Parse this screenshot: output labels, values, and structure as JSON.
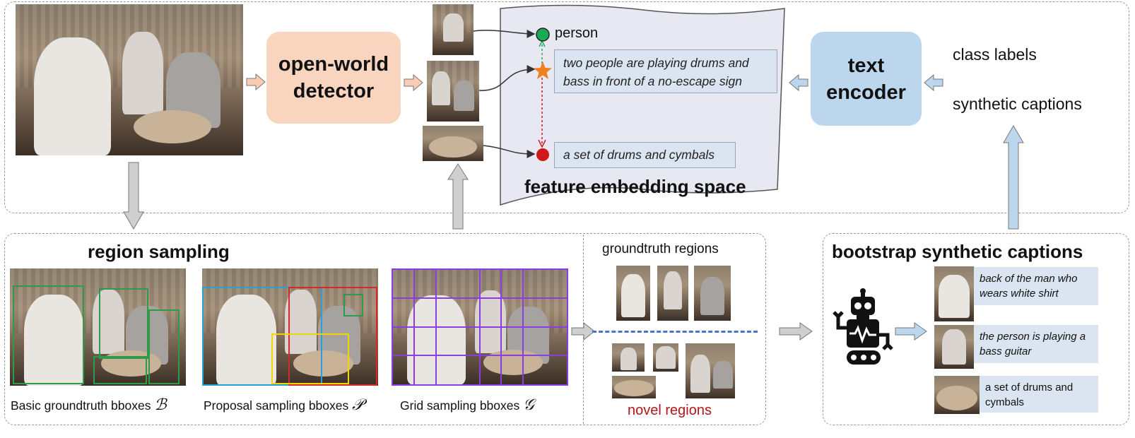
{
  "top": {
    "detector_label": "open-world\ndetector",
    "encoder_label": "text\nencoder",
    "embedding_title": "feature embedding space",
    "labels": {
      "person": "person",
      "caption_bass": "two people are playing drums and bass in front of a no-escape sign",
      "caption_drums": "a set of drums and cymbals"
    },
    "inputs": {
      "class_labels": "class labels",
      "synthetic_captions": "synthetic captions"
    }
  },
  "region_sampling": {
    "title": "region sampling",
    "captions": [
      {
        "text": "Basic groundtruth bboxes",
        "symbol": "ℬ"
      },
      {
        "text": "Proposal sampling bboxes",
        "symbol": "𝒫"
      },
      {
        "text": "Grid sampling bboxes",
        "symbol": "𝒢"
      }
    ],
    "groundtruth_regions": "groundtruth regions",
    "novel_regions": "novel regions"
  },
  "bootstrap": {
    "title": "bootstrap synthetic captions",
    "captions": [
      "back of the man who wears white shirt",
      "the person is playing a bass guitar",
      "a set of drums and cymbals"
    ]
  },
  "colors": {
    "detector_fill": "#f9d4bf",
    "encoder_fill": "#bcd6ee",
    "embedding_fill": "#e8e8f3",
    "person_dot": "#1aaa55",
    "star": "#f07f22",
    "drums_dot": "#d01818",
    "novel_text": "#b21818",
    "gt_box": "#2e9a4a",
    "grid_box": "#8a3ee0",
    "proposal_cyan": "#2b9fd6",
    "proposal_red": "#d8282a",
    "proposal_yellow": "#f2d600",
    "dash_line": "#4a74c8"
  }
}
